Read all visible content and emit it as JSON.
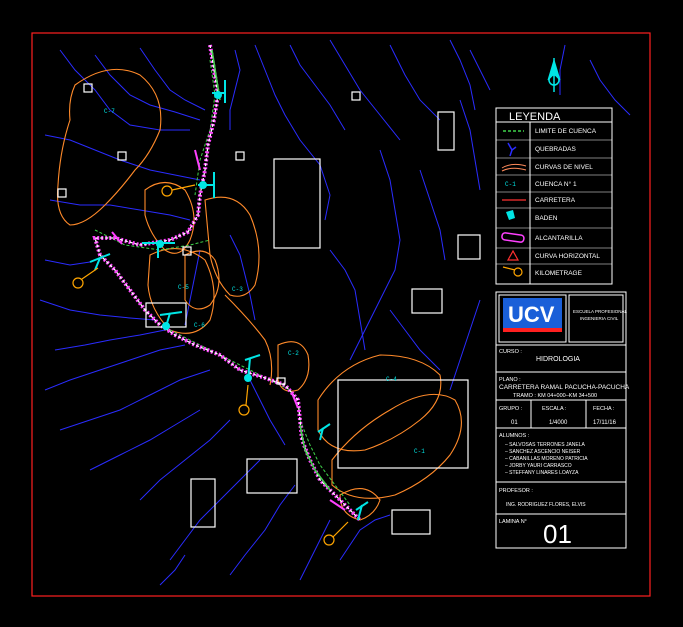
{
  "legend": {
    "title": "LEYENDA",
    "items": [
      {
        "label": "LIMITE DE CUENCA",
        "icon": "boundary-line-icon",
        "color": "#3fd34a"
      },
      {
        "label": "QUEBRADAS",
        "icon": "stream-icon",
        "color": "#2a2cff"
      },
      {
        "label": "CURVAS DE NIVEL",
        "icon": "contour-icon",
        "color": "#ff8a5a"
      },
      {
        "label": "CUENCA N° 1",
        "icon": "basin-tag-icon",
        "color": "#00e5e5"
      },
      {
        "label": "CARRETERA",
        "icon": "road-line-icon",
        "color": "#ff3030"
      },
      {
        "label": "BADEN",
        "icon": "baden-icon",
        "color": "#00e5e5"
      },
      {
        "label": "ALCANTARILLA",
        "icon": "culvert-icon",
        "color": "#ff40ff"
      },
      {
        "label": "CURVA HORIZONTAL",
        "icon": "triangle-icon",
        "color": "#ff3030"
      },
      {
        "label": "KILOMETRAGE",
        "icon": "kilometer-icon",
        "color": "#ffa500"
      }
    ]
  },
  "basins": {
    "c7": "C-7",
    "c5": "C-5",
    "c4": "C-4",
    "c3": "C-3",
    "c2": "C-2",
    "c1": "C-1",
    "c6": "C-6"
  },
  "title_block": {
    "logo_text": "UCV",
    "faculty_line1": "ESCUELA PROFESIONAL",
    "faculty_line2": "INGENIERIA CIVIL",
    "course_label": "CURSO :",
    "course": "HIDROLOGIA",
    "plan_label": "PLANO :",
    "plan_line1": "CARRETERA RAMAL PACUCHA-PACUCHA",
    "plan_line2": "TRAMO : KM 04+000–KM 34+500",
    "group_label": "GRUPO :",
    "group": "01",
    "scale_label": "ESCALA :",
    "scale": "1/4000",
    "date_label": "FECHA :",
    "date": "17/11/16",
    "students_label": "ALUMNOS :",
    "students": [
      "–  SALVOSAS TERRONES JANELA",
      "–  SANCHEZ ASCENCIO NEISER",
      "–  CABANILLAS MORENO PATRICIA",
      "–  JORBY YAURI CARRASCO",
      "–  STEFFANY LINARES LOAYZA"
    ],
    "professor_label": "PROFESOR :",
    "professor": "ING. RODRIGUEZ FLORES, ELVIS",
    "sheet_label": "LAMINA N°",
    "sheet": "01"
  },
  "colors": {
    "frame": "#ff2020",
    "stream": "#2a2cff",
    "contour": "#ff8a2a",
    "road": "#ffffff",
    "cyan": "#00e5e5",
    "magenta": "#ff40ff",
    "green": "#3fd34a",
    "orange": "#ffa500"
  }
}
